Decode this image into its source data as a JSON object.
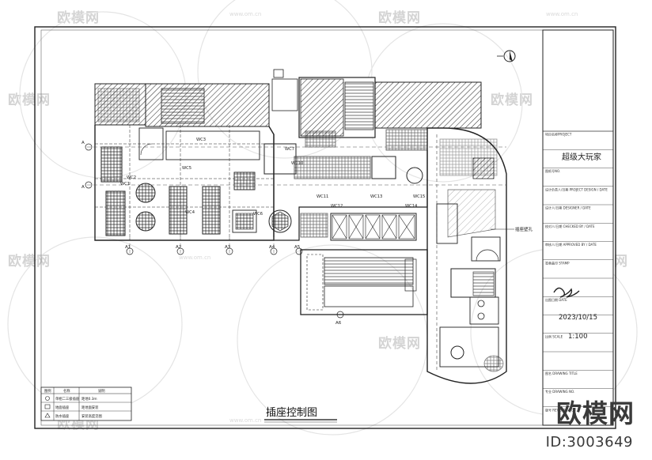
{
  "drawing": {
    "title": "插座控制图",
    "project_name": "超级大玩家",
    "date": "2023/10/15",
    "scale": "1:100"
  },
  "title_block": {
    "rows": [
      "项目名称PROJECT",
      "",
      "图纸号NO.",
      "设计负责人/日期 PROJECT DESIGN / DATE",
      "设计人/日期 DESIGNER / DATE",
      "校对人/日期 CHECKED BY / DATE",
      "审核人/日期 APPROVED BY / DATE",
      "签章盖印 STAMP",
      "",
      "出图日期 DATE",
      "",
      "比例 SCALE",
      "",
      "图名 DRAWING TITLE",
      "专业 DRAWING NO.",
      "版号 REVISION NO."
    ]
  },
  "labels": {
    "wc": [
      "WC1",
      "WC2",
      "WC3",
      "WC4",
      "WC5",
      "WC6",
      "WC7",
      "WC10",
      "WC11",
      "WC12",
      "WC13",
      "WC14",
      "WC15"
    ],
    "axis": [
      "A",
      "A",
      "A1",
      "A2",
      "A3",
      "A4",
      "A5",
      "A6"
    ],
    "annotation": "插座壁孔"
  },
  "legend": {
    "headers": [
      "图例",
      "名称",
      "说明"
    ],
    "rows": [
      [
        "",
        "单相二三极插座",
        "距地0.3m"
      ],
      [
        "",
        "地面插座",
        "距地面安装"
      ],
      [
        "",
        "防水插座",
        "安装高度见图"
      ]
    ]
  },
  "watermark": {
    "text": "欧模网",
    "url": "www.om.cn",
    "big_text": "欧模网",
    "id_text": "ID:3003649"
  }
}
